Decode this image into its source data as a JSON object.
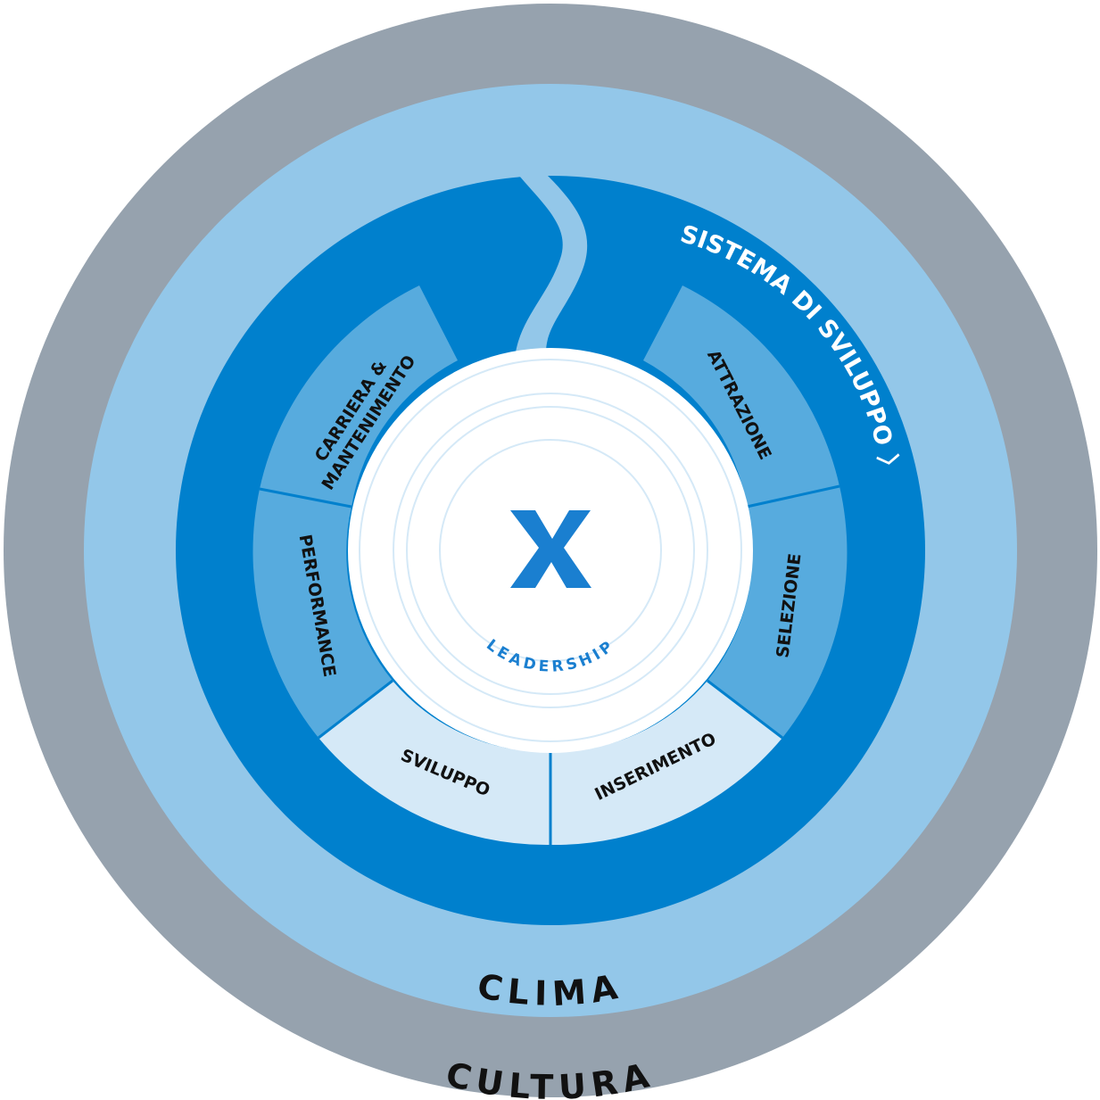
{
  "rings": {
    "outer": {
      "label": "CULTURA",
      "color": "#96a2ae"
    },
    "middle": {
      "label": "CLIMA",
      "color": "#93c7e9"
    },
    "system": {
      "label": "SISTEMA DI SVILUPPO",
      "arrow": "〉",
      "color": "#0080cd"
    }
  },
  "segments": [
    {
      "id": "attrazione",
      "label": "ATTRAZIONE",
      "color": "#57abde"
    },
    {
      "id": "selezione",
      "label": "SELEZIONE",
      "color": "#57abde"
    },
    {
      "id": "inserimento",
      "label": "INSERIMENTO",
      "color": "#d5e9f7"
    },
    {
      "id": "sviluppo",
      "label": "SVILUPPO",
      "color": "#d5e9f7"
    },
    {
      "id": "performance",
      "label": "PERFORMANCE",
      "color": "#57abde"
    },
    {
      "id": "carriera",
      "label_line1": "CARRIERA &",
      "label_line2": "MANTENIMENTO",
      "color": "#57abde"
    }
  ],
  "center": {
    "symbol": "X",
    "label": "LEADERSHIP",
    "accent": "#1a7fd0",
    "ring_color": "#d5e9f7"
  }
}
